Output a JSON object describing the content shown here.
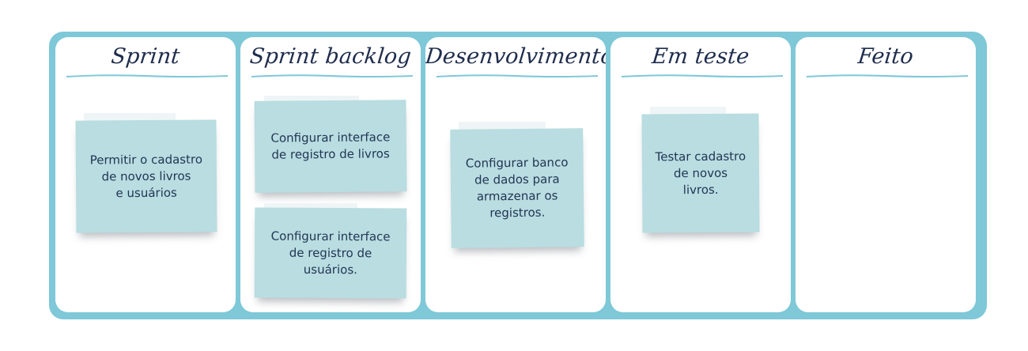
{
  "board": {
    "accent_color": "#7ec8d8",
    "note_color": "#b9dde1",
    "columns": [
      {
        "title": "Sprint",
        "cards": [
          "Permitir o cadastro\nde novos livros\ne usuários"
        ]
      },
      {
        "title": "Sprint backlog",
        "cards": [
          "Configurar interface\nde registro de livros",
          "Configurar interface\nde registro de\nusuários."
        ]
      },
      {
        "title": "Desenvolvimento",
        "cards": [
          "Configurar banco\nde dados para\narmazenar os\nregistros."
        ]
      },
      {
        "title": "Em teste",
        "cards": [
          "Testar cadastro\nde novos\nlivros."
        ]
      },
      {
        "title": "Feito",
        "cards": []
      }
    ]
  }
}
